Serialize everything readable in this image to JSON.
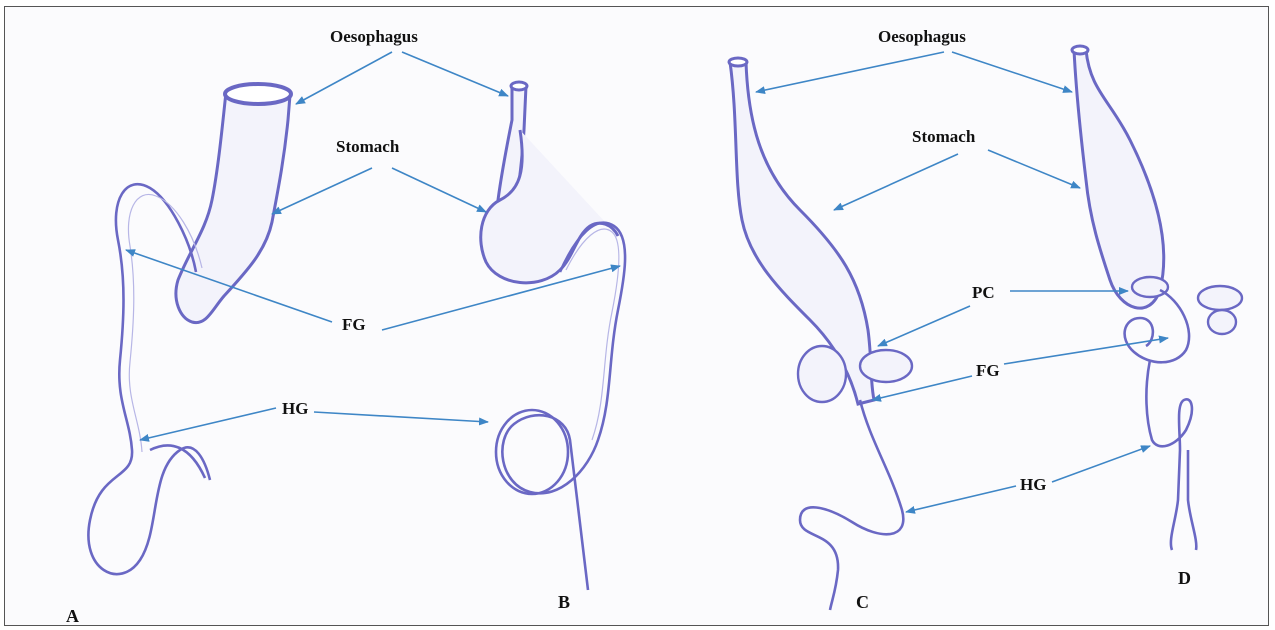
{
  "labels": {
    "oesophagus": "Oesophagus",
    "stomach": "Stomach",
    "fg": "FG",
    "hg": "HG",
    "pc": "PC"
  },
  "panels": [
    "A",
    "B",
    "C",
    "D"
  ],
  "colors": {
    "arrow": "#3e86c6",
    "outline": "#6a68c4",
    "fill": "#f3f3fb"
  }
}
